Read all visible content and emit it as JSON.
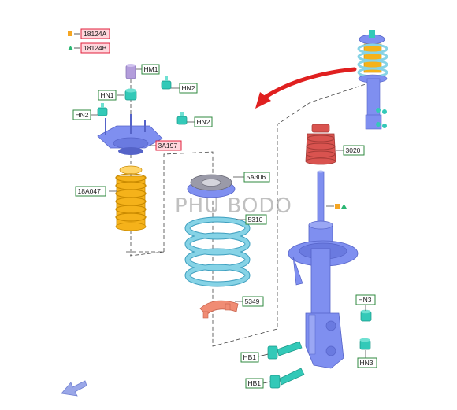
{
  "watermark": "PHU BODO",
  "legend": [
    {
      "code": "18124A",
      "marker": "square",
      "color": "#f5a623",
      "box_fill": "#ffd6dc",
      "box_stroke": "#e0203c"
    },
    {
      "code": "18124B",
      "marker": "triangle",
      "color": "#2bb673",
      "box_fill": "#ffd6dc",
      "box_stroke": "#e0203c"
    }
  ],
  "labels": {
    "hm1": "HM1",
    "hn1": "HN1",
    "hn2_top": "HN2",
    "hn2_left": "HN2",
    "hn2_right": "HN2",
    "p3a197": "3A197",
    "p18a047": "18A047",
    "p5a306": "5A306",
    "p5310": "5310",
    "p5349": "5349",
    "p3020": "3020",
    "hn3_top": "HN3",
    "hn3_bottom": "HN3",
    "hb1_top": "HB1",
    "hb1_bottom": "HB1"
  },
  "colors": {
    "strut": "#7f8ff0",
    "strut_dark": "#5563c8",
    "spring": "#86d3e6",
    "spring_dark": "#3e9fbf",
    "boot": "#f5b21a",
    "boot_dark": "#c98a00",
    "bumper": "#d9534f",
    "seat": "#f08c74",
    "fastener": "#33c9b8",
    "fastener_dark": "#189686",
    "stud": "#b39ddb",
    "arrow_red": "#e02020",
    "label_green": "#2f8a3f",
    "label_pink": "#e0203c",
    "nav_arrow": "#9aa7e8"
  }
}
